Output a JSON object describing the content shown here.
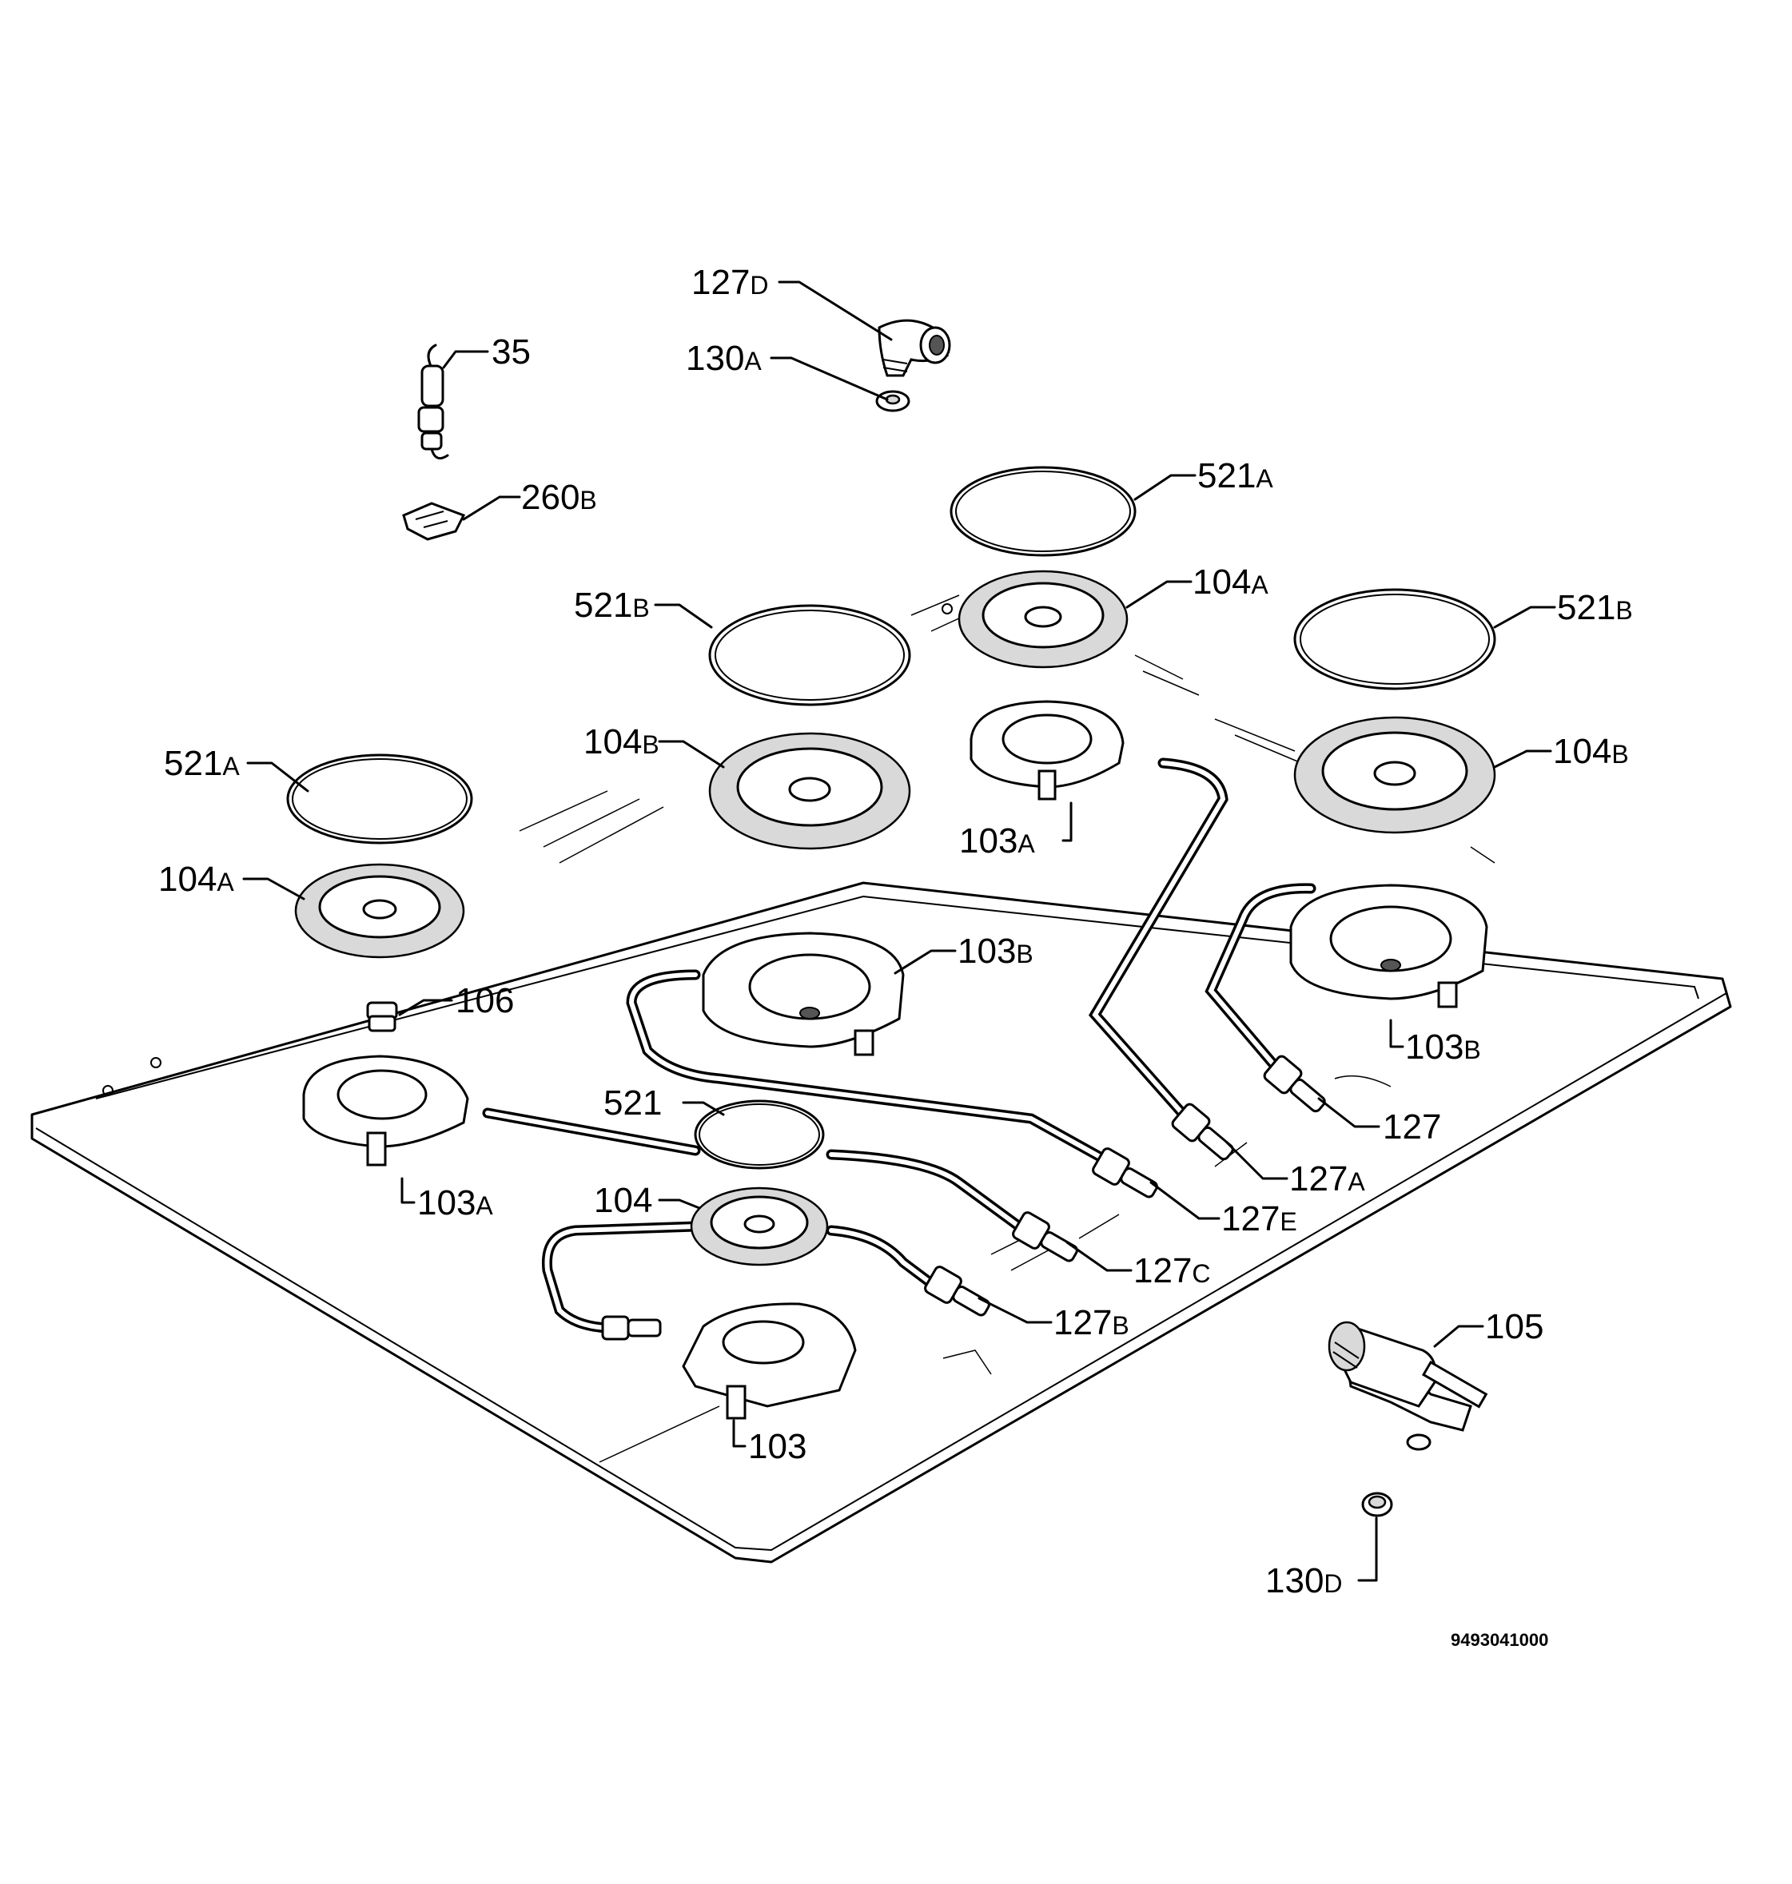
{
  "diagram": {
    "doc_number": "9493041000",
    "callouts": {
      "p127D": {
        "num": "127",
        "suf": "D"
      },
      "p35": {
        "num": "35",
        "suf": ""
      },
      "p130A": {
        "num": "130",
        "suf": "A"
      },
      "p260B": {
        "num": "260",
        "suf": "B"
      },
      "p521A_top": {
        "num": "521",
        "suf": "A"
      },
      "p104A_top": {
        "num": "104",
        "suf": "A"
      },
      "p521B_left": {
        "num": "521",
        "suf": "B"
      },
      "p521B_right": {
        "num": "521",
        "suf": "B"
      },
      "p104B_left": {
        "num": "104",
        "suf": "B"
      },
      "p104B_right": {
        "num": "104",
        "suf": "B"
      },
      "p521A_left": {
        "num": "521",
        "suf": "A"
      },
      "p103A_top": {
        "num": "103",
        "suf": "A"
      },
      "p104A_left": {
        "num": "104",
        "suf": "A"
      },
      "p103B_center": {
        "num": "103",
        "suf": "B"
      },
      "p106": {
        "num": "106",
        "suf": ""
      },
      "p103B_right": {
        "num": "103",
        "suf": "B"
      },
      "p127": {
        "num": "127",
        "suf": ""
      },
      "p521": {
        "num": "521",
        "suf": ""
      },
      "p127A": {
        "num": "127",
        "suf": "A"
      },
      "p103A_left": {
        "num": "103",
        "suf": "A"
      },
      "p127E": {
        "num": "127",
        "suf": "E"
      },
      "p104": {
        "num": "104",
        "suf": ""
      },
      "p127C": {
        "num": "127",
        "suf": "C"
      },
      "p127B": {
        "num": "127",
        "suf": "B"
      },
      "p105": {
        "num": "105",
        "suf": ""
      },
      "p103": {
        "num": "103",
        "suf": ""
      },
      "p130D": {
        "num": "130",
        "suf": "D"
      }
    }
  }
}
